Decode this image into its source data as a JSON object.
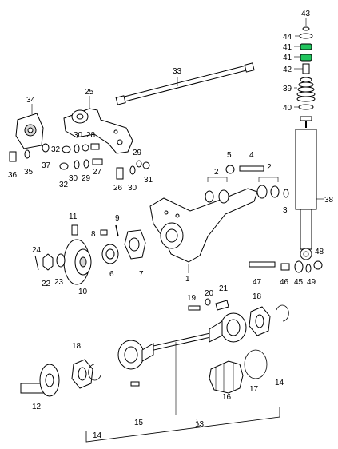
{
  "accent_color": "#22c55e",
  "callouts": [
    "1",
    "2",
    "3",
    "4",
    "5",
    "6",
    "7",
    "8",
    "9",
    "10",
    "11",
    "12",
    "13",
    "14",
    "15",
    "16",
    "17",
    "18",
    "19",
    "20",
    "21",
    "22",
    "23",
    "24",
    "25",
    "26",
    "27",
    "28",
    "29",
    "30",
    "31",
    "32",
    "33",
    "34",
    "35",
    "36",
    "37",
    "38",
    "39",
    "40",
    "41",
    "42",
    "43",
    "44",
    "45",
    "46",
    "47",
    "48",
    "49"
  ],
  "labels": {
    "l1": "1",
    "l2a": "2",
    "l2b": "2",
    "l3": "3",
    "l4": "4",
    "l5": "5",
    "l6": "6",
    "l7": "7",
    "l8": "8",
    "l9": "9",
    "l10": "10",
    "l11": "11",
    "l12": "12",
    "l13": "13",
    "l14a": "14",
    "l14b": "14",
    "l15": "15",
    "l16": "16",
    "l17": "17",
    "l18a": "18",
    "l18b": "18",
    "l19": "19",
    "l20": "20",
    "l21": "21",
    "l22": "22",
    "l23": "23",
    "l24": "24",
    "l25": "25",
    "l26": "26",
    "l27": "27",
    "l28": "28",
    "l29a": "29",
    "l29b": "29",
    "l30a": "30",
    "l30b": "30",
    "l30c": "30",
    "l31": "31",
    "l32a": "32",
    "l32b": "32",
    "l33": "33",
    "l34": "34",
    "l35": "35",
    "l36": "36",
    "l37": "37",
    "l38": "38",
    "l39": "39",
    "l40": "40",
    "l41a": "41",
    "l41b": "41",
    "l42": "42",
    "l43": "43",
    "l44": "44",
    "l45": "45",
    "l46": "46",
    "l47": "47",
    "l48": "48",
    "l49": "49"
  }
}
